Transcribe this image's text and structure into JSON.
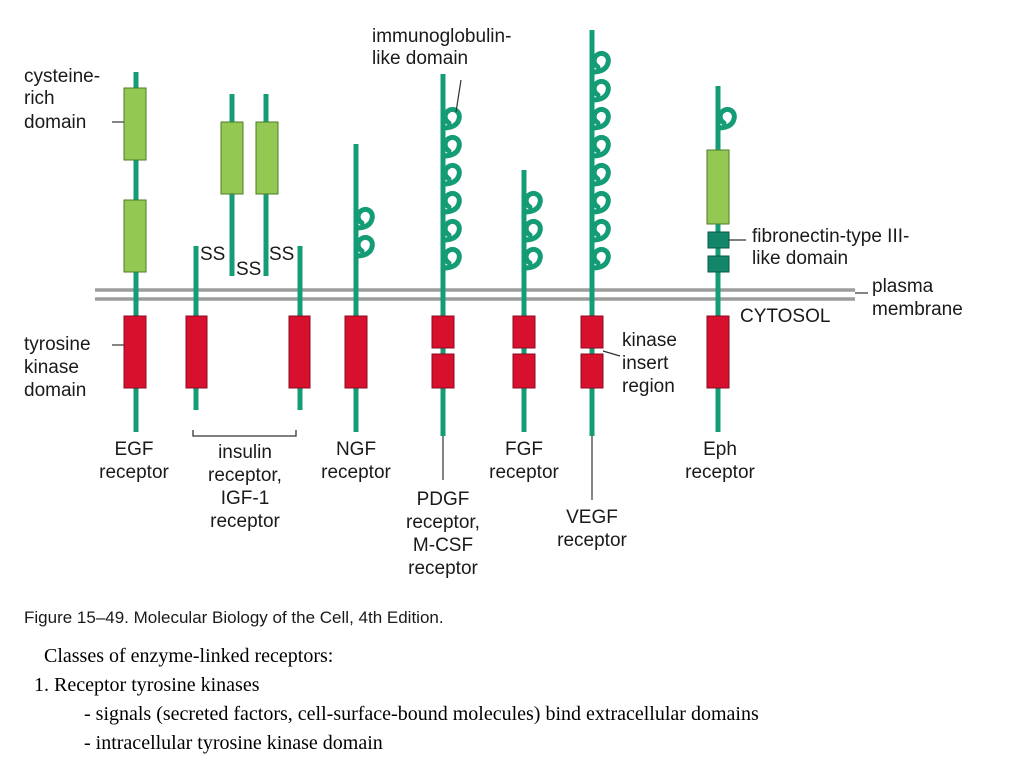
{
  "colors": {
    "stalk": "#139c76",
    "cysteine_domain": "#93c852",
    "kinase_domain": "#d7102e",
    "fibronectin_domain": "#13876a",
    "membrane": "#9b9d9b"
  },
  "labels": {
    "cysteine": [
      "cysteine-",
      "rich",
      "domain"
    ],
    "tyrosine": [
      "tyrosine",
      "kinase",
      "domain"
    ],
    "immunoglobulin": [
      "immunoglobulin-",
      "like domain"
    ],
    "fibronectin": [
      "fibronectin-type III-",
      "like domain"
    ],
    "plasma": [
      "plasma",
      "membrane"
    ],
    "cytosol": "CYTOSOL",
    "kinase_insert": [
      "kinase",
      "insert",
      "region"
    ],
    "ss": "SS"
  },
  "receptors": {
    "egf": [
      "EGF",
      "receptor"
    ],
    "insulin": [
      "insulin",
      "receptor,",
      "IGF-1",
      "receptor"
    ],
    "ngf": [
      "NGF",
      "receptor"
    ],
    "pdgf": [
      "PDGF",
      "receptor,",
      "M-CSF",
      "receptor"
    ],
    "fgf": [
      "FGF",
      "receptor"
    ],
    "vegf": [
      "VEGF",
      "receptor"
    ],
    "eph": [
      "Eph",
      "receptor"
    ]
  },
  "caption": "Figure 15–49. Molecular Biology of the Cell, 4th Edition.",
  "notes": {
    "heading": "Classes of enzyme-linked receptors:",
    "item1": "1. Receptor tyrosine kinases",
    "bullet1": "- signals (secreted factors, cell-surface-bound molecules) bind extracellular domains",
    "bullet2": "- intracellular tyrosine kinase domain"
  }
}
